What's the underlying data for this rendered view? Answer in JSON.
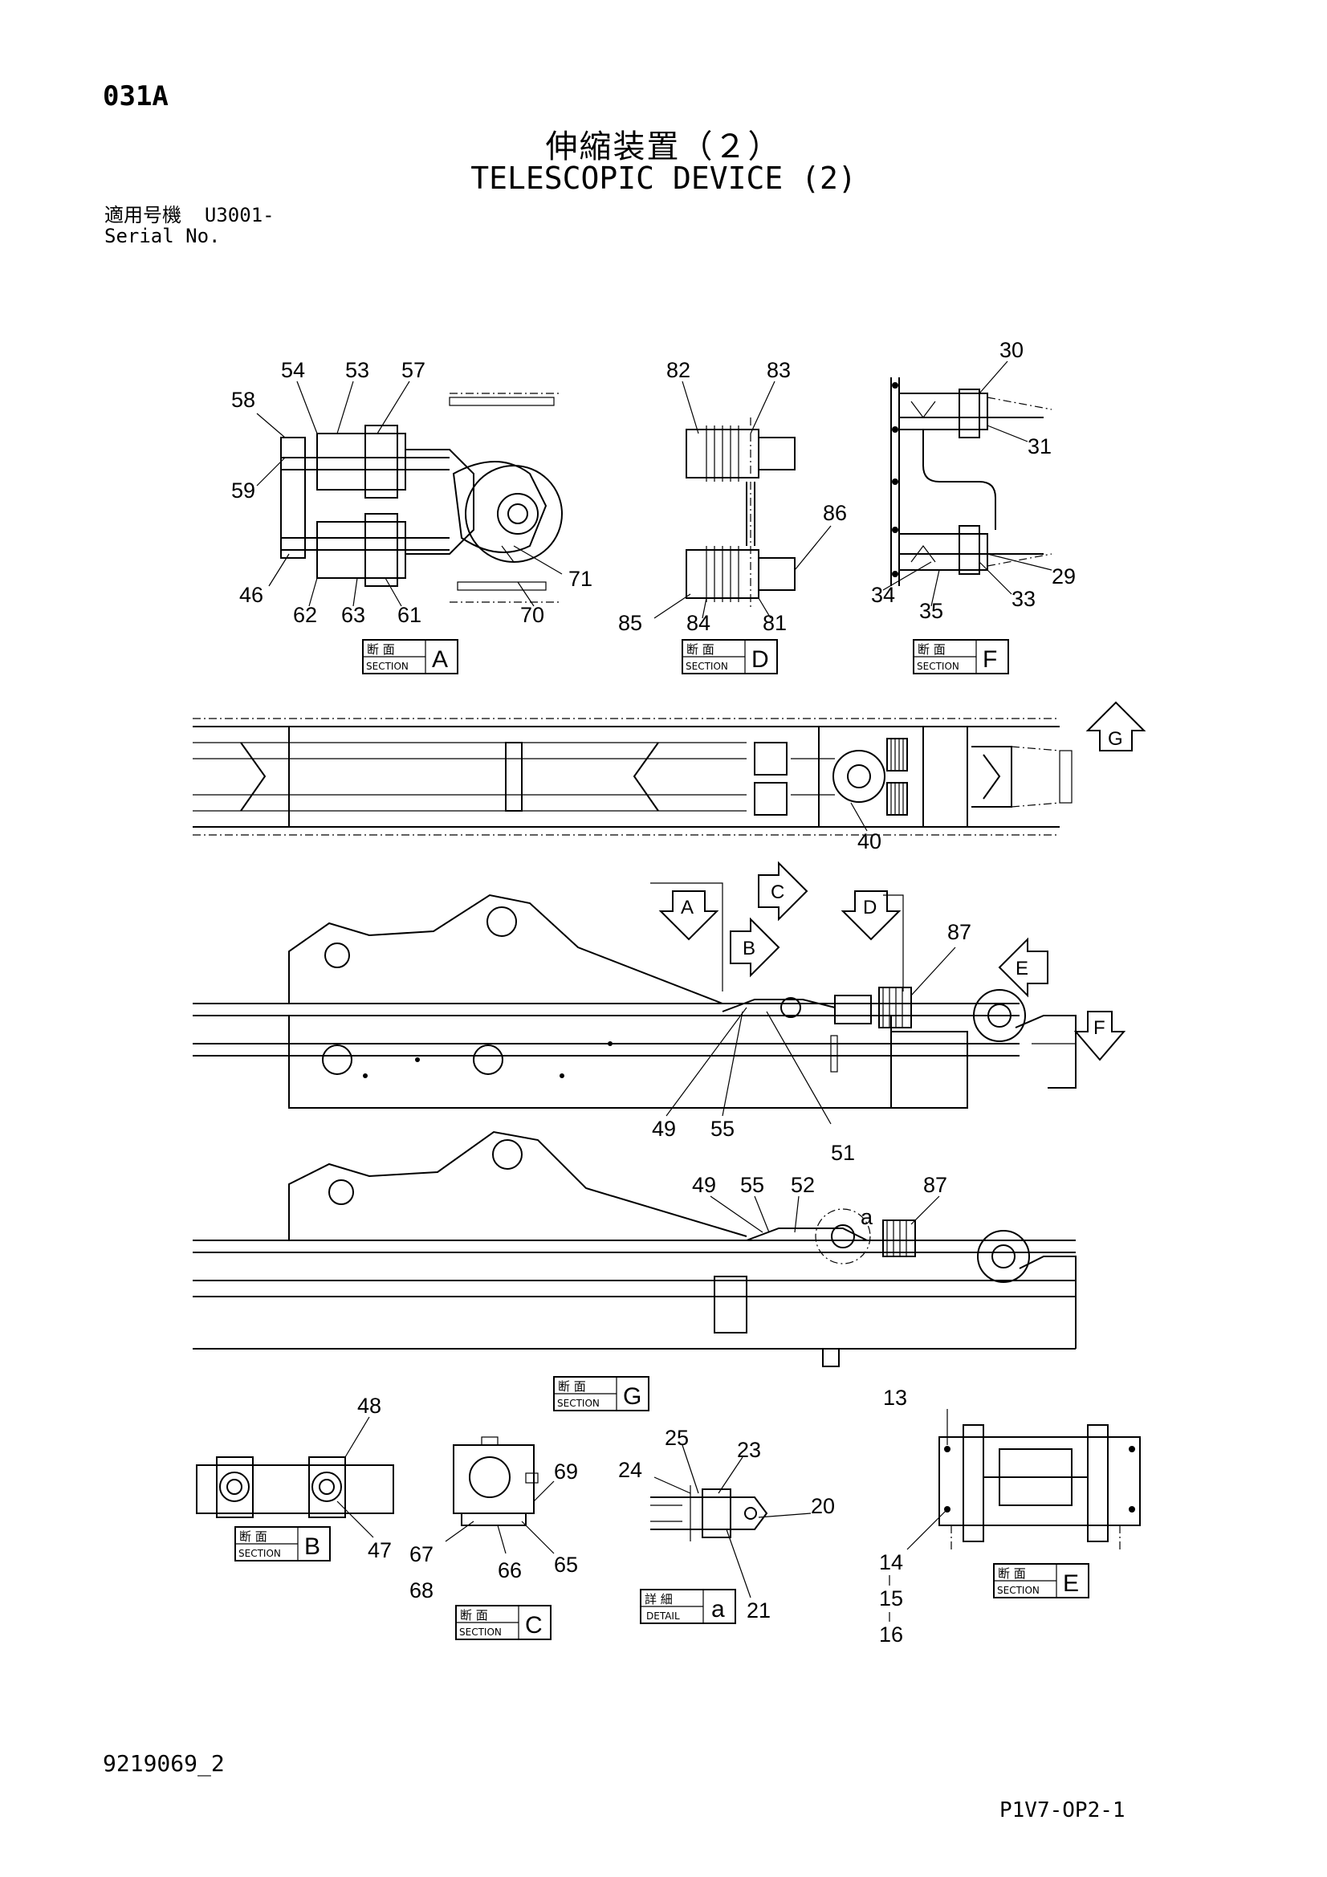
{
  "header": {
    "page_code": "031A",
    "title_jp": "伸縮装置（２）",
    "title_en": "TELESCOPIC DEVICE (2)",
    "serial_label_jp": "適用号機",
    "serial_value": "U3001-",
    "serial_label_en": "Serial No."
  },
  "footer": {
    "doc_number": "9219069_2",
    "sheet_number": "P1V7-OP2-1"
  },
  "section_tags": {
    "section_jp": "断 面",
    "section_en": "SECTION",
    "detail_jp": "詳 細",
    "detail_en": "DETAIL",
    "A": "A",
    "B": "B",
    "C": "C",
    "D": "D",
    "E": "E",
    "F": "F",
    "G": "G",
    "a": "a"
  },
  "view_arrows": [
    "A",
    "B",
    "C",
    "D",
    "E",
    "F",
    "G"
  ],
  "detail_callout": "a",
  "part_numbers": {
    "secA": [
      "54",
      "53",
      "57",
      "58",
      "59",
      "46",
      "62",
      "63",
      "61",
      "71",
      "70"
    ],
    "secD": [
      "82",
      "83",
      "86",
      "85",
      "84",
      "81"
    ],
    "secF": [
      "30",
      "31",
      "29",
      "34",
      "35",
      "33"
    ],
    "top_view": [
      "40"
    ],
    "side_view": [
      "87",
      "49",
      "55",
      "51"
    ],
    "lower_view": [
      "49",
      "55",
      "52",
      "87"
    ],
    "secB": [
      "48",
      "47"
    ],
    "secC": [
      "69",
      "67",
      "68",
      "66",
      "65"
    ],
    "detail_a": [
      "25",
      "23",
      "24",
      "20",
      "21"
    ],
    "secE": [
      "13",
      "14",
      "15",
      "16"
    ]
  }
}
